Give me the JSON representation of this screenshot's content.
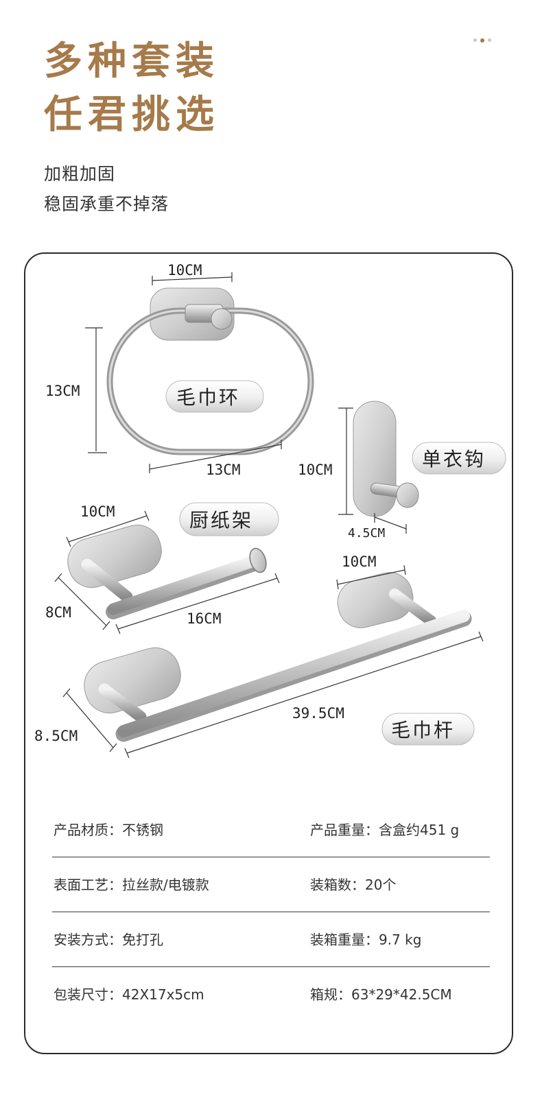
{
  "header": {
    "title_line1": "多种套装",
    "title_line2": "任君挑选",
    "subtitle_line1": "加粗加固",
    "subtitle_line2": "稳固承重不掉落"
  },
  "products": {
    "towel_ring": {
      "name": "毛巾环",
      "dim_top": "10CM",
      "dim_left": "13CM",
      "dim_bottom": "13CM"
    },
    "single_hook": {
      "name": "单衣钩",
      "dim_height": "10CM",
      "dim_depth": "4.5CM"
    },
    "paper_holder": {
      "name": "厨纸架",
      "dim_top": "10CM",
      "dim_left": "8CM",
      "dim_bottom": "16CM"
    },
    "towel_bar": {
      "name": "毛巾杆",
      "dim_top": "10CM",
      "dim_length": "39.5CM",
      "dim_left": "8.5CM"
    }
  },
  "specs": [
    {
      "left": "产品材质：不锈钢",
      "right": "产品重量：含盒约451 g"
    },
    {
      "left": "表面工艺：拉丝款/电镀款",
      "right": "装箱数：20个"
    },
    {
      "left": "安装方式：免打孔",
      "right": "装箱重量：9.7 kg"
    },
    {
      "left": "包装尺寸：42X17x5cm",
      "right": "箱规：63*29*42.5CM"
    }
  ],
  "colors": {
    "accent": "#a67a4a",
    "text": "#333333",
    "steel": "#b8b8b8"
  }
}
